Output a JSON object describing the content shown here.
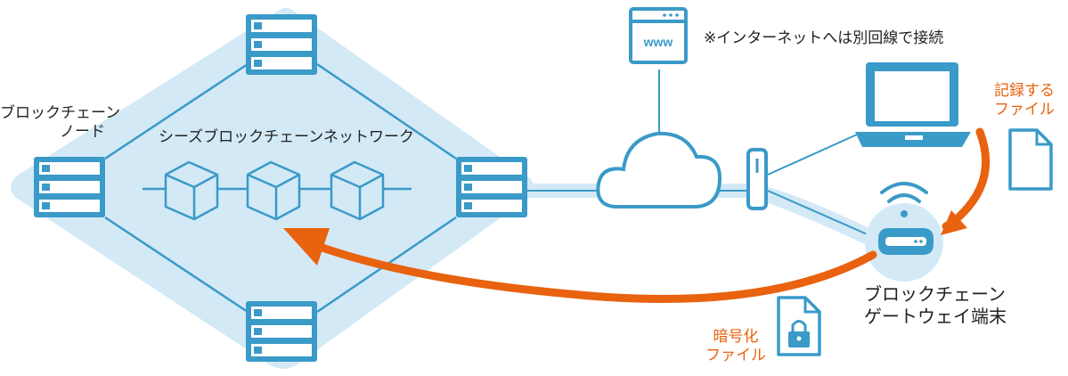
{
  "diagram": {
    "node_label": [
      "ブロックチェーン",
      "ノード"
    ],
    "network_label": "シーズブロックチェーンネットワーク",
    "browser_text": "www",
    "note": "※インターネットへは別回線で接続",
    "record_file_label": [
      "記録する",
      "ファイル"
    ],
    "gateway_label": [
      "ブロックチェーン",
      "ゲートウェイ端末"
    ],
    "encrypted_file_label": [
      "暗号化",
      "ファイル"
    ]
  },
  "colors": {
    "icon_blue": "#3a9ac8",
    "icon_fill": "#2f98c9",
    "network_bg": "#d3e9f6",
    "arrow_orange": "#e8620f",
    "line_blue": "#9ccbe6"
  }
}
